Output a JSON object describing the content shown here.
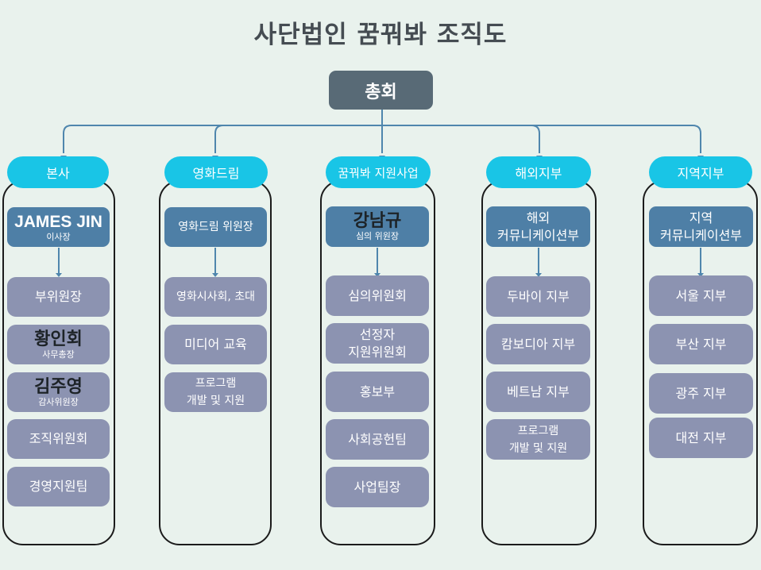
{
  "title": "사단법인 꿈꿔봐 조직도",
  "root": "총회",
  "colors": {
    "background": "#e9f2ed",
    "root": "#586a76",
    "header": "#19c5e6",
    "lead_box": "#4e7fa6",
    "box": "#8c93b1",
    "connector": "#4f86ad",
    "frame": "#1b1b1b"
  },
  "columns": [
    {
      "header": "본사",
      "lead": {
        "line1": "JAMES JIN",
        "line2": "이사장"
      },
      "items": [
        {
          "line1": "부위원장"
        },
        {
          "line1": "황인회",
          "line2": "사무총장"
        },
        {
          "line1": "김주영",
          "line2": "감사위원장"
        },
        {
          "line1": "조직위원회"
        },
        {
          "line1": "경영지원팀"
        }
      ]
    },
    {
      "header": "영화드림",
      "lead": {
        "line1": "영화드림 위원장"
      },
      "items": [
        {
          "line1": "영화시사회, 초대"
        },
        {
          "line1": "미디어 교육"
        },
        {
          "line1": "프로그램",
          "line2": "개발 및 지원"
        }
      ]
    },
    {
      "header": "꿈꿔봐 지원사업",
      "lead": {
        "line1": "강남규",
        "line2": "심의 위원장"
      },
      "items": [
        {
          "line1": "심의위원회"
        },
        {
          "line1": "선정자",
          "line2": "지원위원회"
        },
        {
          "line1": "홍보부"
        },
        {
          "line1": "사회공헌팀"
        },
        {
          "line1": "사업팀장"
        }
      ]
    },
    {
      "header": "해외지부",
      "lead": {
        "line1": "해외",
        "line2": "커뮤니케이션부"
      },
      "items": [
        {
          "line1": "두바이 지부"
        },
        {
          "line1": "캄보디아 지부"
        },
        {
          "line1": "베트남 지부"
        },
        {
          "line1": "프로그램",
          "line2": "개발 및 지원"
        }
      ]
    },
    {
      "header": "지역지부",
      "lead": {
        "line1": "지역",
        "line2": "커뮤니케이션부"
      },
      "items": [
        {
          "line1": "서울 지부"
        },
        {
          "line1": "부산 지부"
        },
        {
          "line1": "광주 지부"
        },
        {
          "line1": "대전 지부"
        }
      ]
    }
  ]
}
